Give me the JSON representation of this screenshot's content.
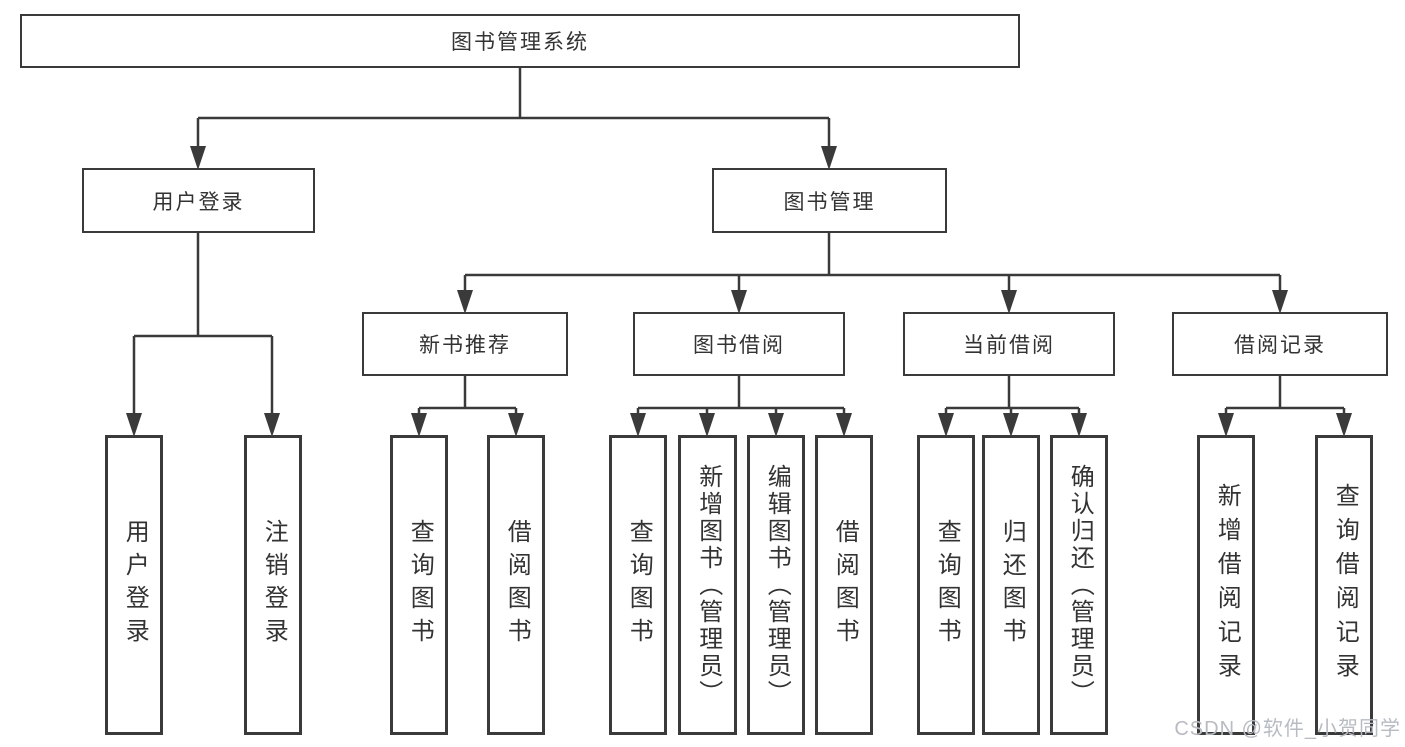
{
  "tree": {
    "root": {
      "label": "图书管理系统",
      "children": [
        {
          "label": "用户登录",
          "children": [
            {
              "label": "用户登录"
            },
            {
              "label": "注销登录"
            }
          ]
        },
        {
          "label": "图书管理",
          "children": [
            {
              "label": "新书推荐",
              "children": [
                {
                  "label": "查询图书"
                },
                {
                  "label": "借阅图书"
                }
              ]
            },
            {
              "label": "图书借阅",
              "children": [
                {
                  "label": "查询图书"
                },
                {
                  "label": "新增图书（管理员）"
                },
                {
                  "label": "编辑图书（管理员）"
                },
                {
                  "label": "借阅图书"
                }
              ]
            },
            {
              "label": "当前借阅",
              "children": [
                {
                  "label": "查询图书"
                },
                {
                  "label": "归还图书"
                },
                {
                  "label": "确认归还（管理员）"
                }
              ]
            },
            {
              "label": "借阅记录",
              "children": [
                {
                  "label": "新增借阅记录"
                },
                {
                  "label": "查询借阅记录"
                }
              ]
            }
          ]
        }
      ]
    }
  },
  "watermark": {
    "text": "CSDN @软件_小贺同学"
  },
  "colors": {
    "line": "#3a3a3a",
    "box_border": "#3a3a3a",
    "text": "#333333",
    "watermark": "#b7bbc2",
    "background": "#ffffff"
  }
}
